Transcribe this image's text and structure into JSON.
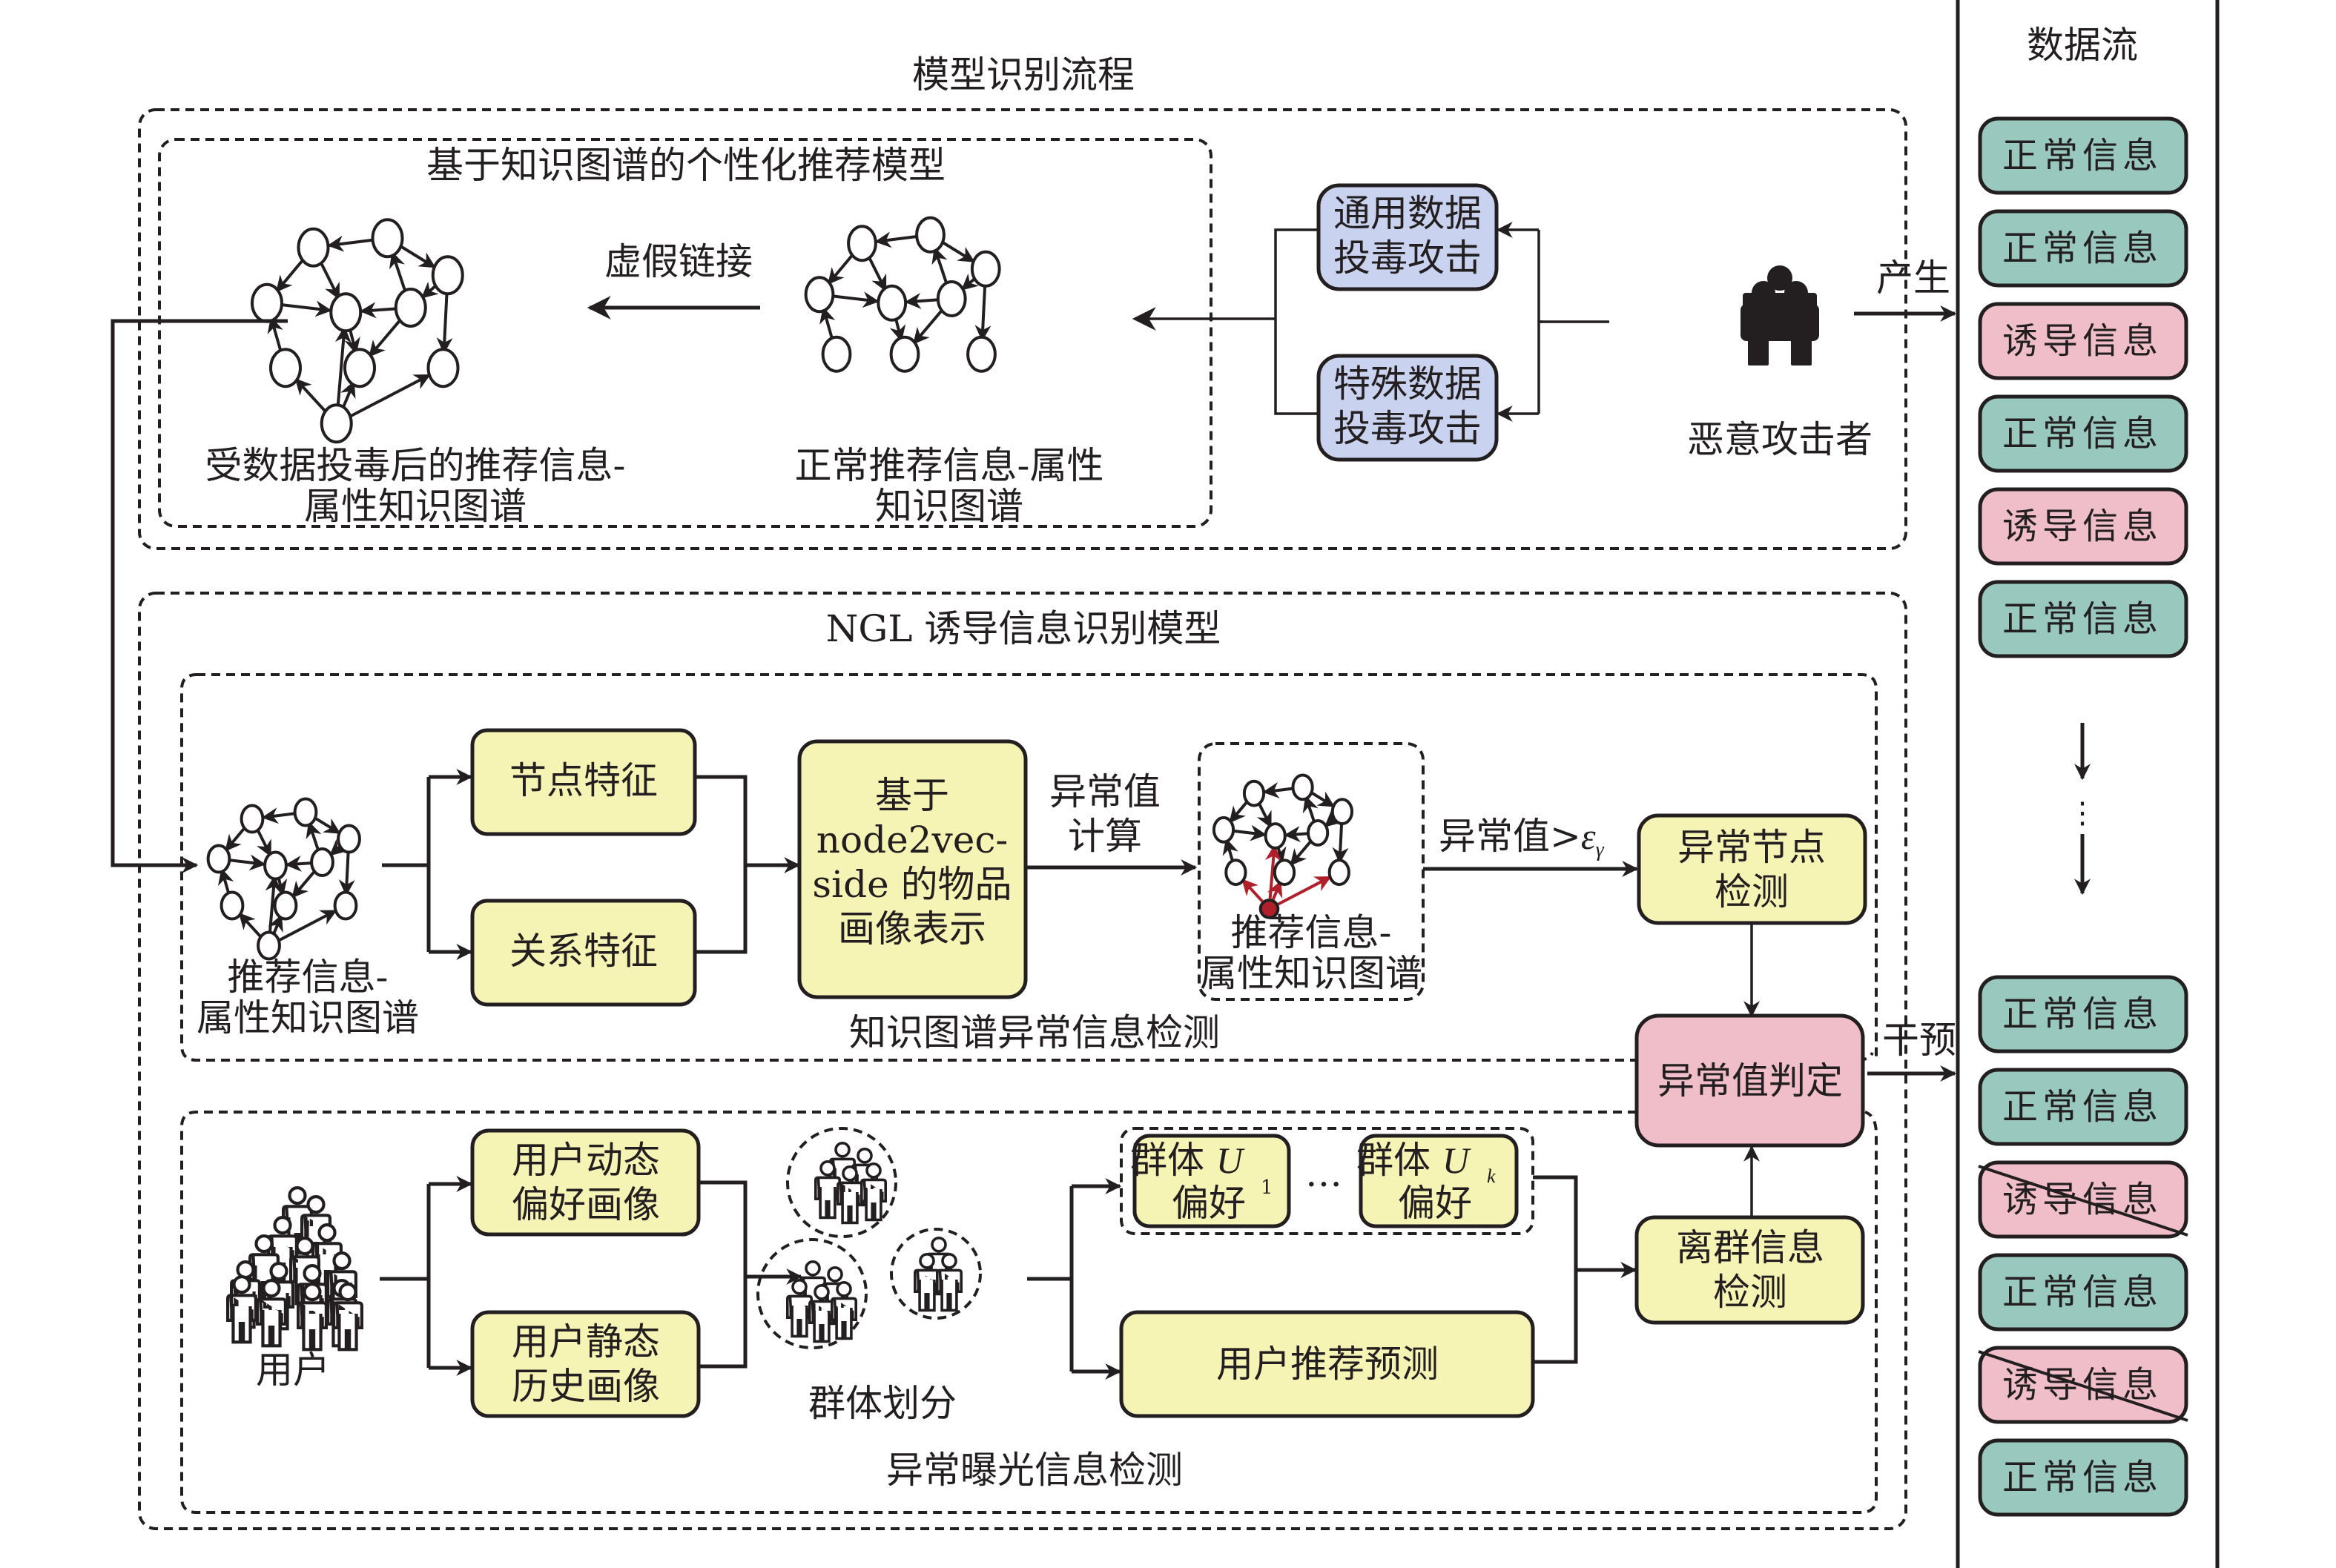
{
  "titles": {
    "model_flow": "模型识别流程",
    "kg_recommend_model": "基于知识图谱的个性化推荐模型",
    "ngl_model": "NGL 诱导信息识别模型",
    "kg_anomaly_section": "知识图谱异常信息检测",
    "exposure_anomaly_section": "异常曝光信息检测",
    "data_stream": "数据流"
  },
  "top_section": {
    "fake_link_label": "虚假链接",
    "poisoned_graph_label": [
      "受数据投毒后的推荐信息-",
      "属性知识图谱"
    ],
    "normal_graph_label": [
      "正常推荐信息-属性",
      "知识图谱"
    ],
    "attack_general": [
      "通用数据",
      "投毒攻击"
    ],
    "attack_special": [
      "特殊数据",
      "投毒攻击"
    ],
    "attacker_label": "恶意攻击者",
    "generate_label": "产生"
  },
  "kg_detection": {
    "input_graph_label": [
      "推荐信息-",
      "属性知识图谱"
    ],
    "node_feature": "节点特征",
    "relation_feature": "关系特征",
    "embedding_box": [
      "基于",
      "node2vec-",
      "side 的物品",
      "画像表示"
    ],
    "anomaly_calc": [
      "异常值",
      "计算"
    ],
    "anomaly_graph_label": [
      "推荐信息-",
      "属性知识图谱"
    ],
    "threshold_label": "异常值>",
    "threshold_symbol": "ε",
    "threshold_sub": "γ",
    "anomaly_node_detect": [
      "异常节点",
      "检测"
    ],
    "anomaly_judge": "异常值判定",
    "intervene_label": "干预"
  },
  "exposure_detection": {
    "users_label": "用户",
    "dynamic_profile": [
      "用户动态",
      "偏好画像"
    ],
    "static_profile": [
      "用户静态",
      "历史画像"
    ],
    "group_partition_label": "群体划分",
    "group_u1": [
      "群体 ",
      "U",
      "1",
      "偏好"
    ],
    "group_uk": [
      "群体 ",
      "U",
      "k",
      "偏好"
    ],
    "ellipsis": "…",
    "user_rec_predict": "用户推荐预测",
    "outlier_detect": [
      "离群信息",
      "检测"
    ]
  },
  "data_stream": {
    "colors": {
      "normal": "#98c8be",
      "induced": "#efbec8"
    },
    "before": [
      {
        "label": "正常信息",
        "type": "normal",
        "struck": false
      },
      {
        "label": "正常信息",
        "type": "normal",
        "struck": false
      },
      {
        "label": "诱导信息",
        "type": "induced",
        "struck": false
      },
      {
        "label": "正常信息",
        "type": "normal",
        "struck": false
      },
      {
        "label": "诱导信息",
        "type": "induced",
        "struck": false
      },
      {
        "label": "正常信息",
        "type": "normal",
        "struck": false
      }
    ],
    "continuation": "⋮",
    "after": [
      {
        "label": "正常信息",
        "type": "normal",
        "struck": false
      },
      {
        "label": "正常信息",
        "type": "normal",
        "struck": false
      },
      {
        "label": "诱导信息",
        "type": "induced",
        "struck": true
      },
      {
        "label": "正常信息",
        "type": "normal",
        "struck": false
      },
      {
        "label": "诱导信息",
        "type": "induced",
        "struck": true
      },
      {
        "label": "正常信息",
        "type": "normal",
        "struck": false
      }
    ]
  }
}
